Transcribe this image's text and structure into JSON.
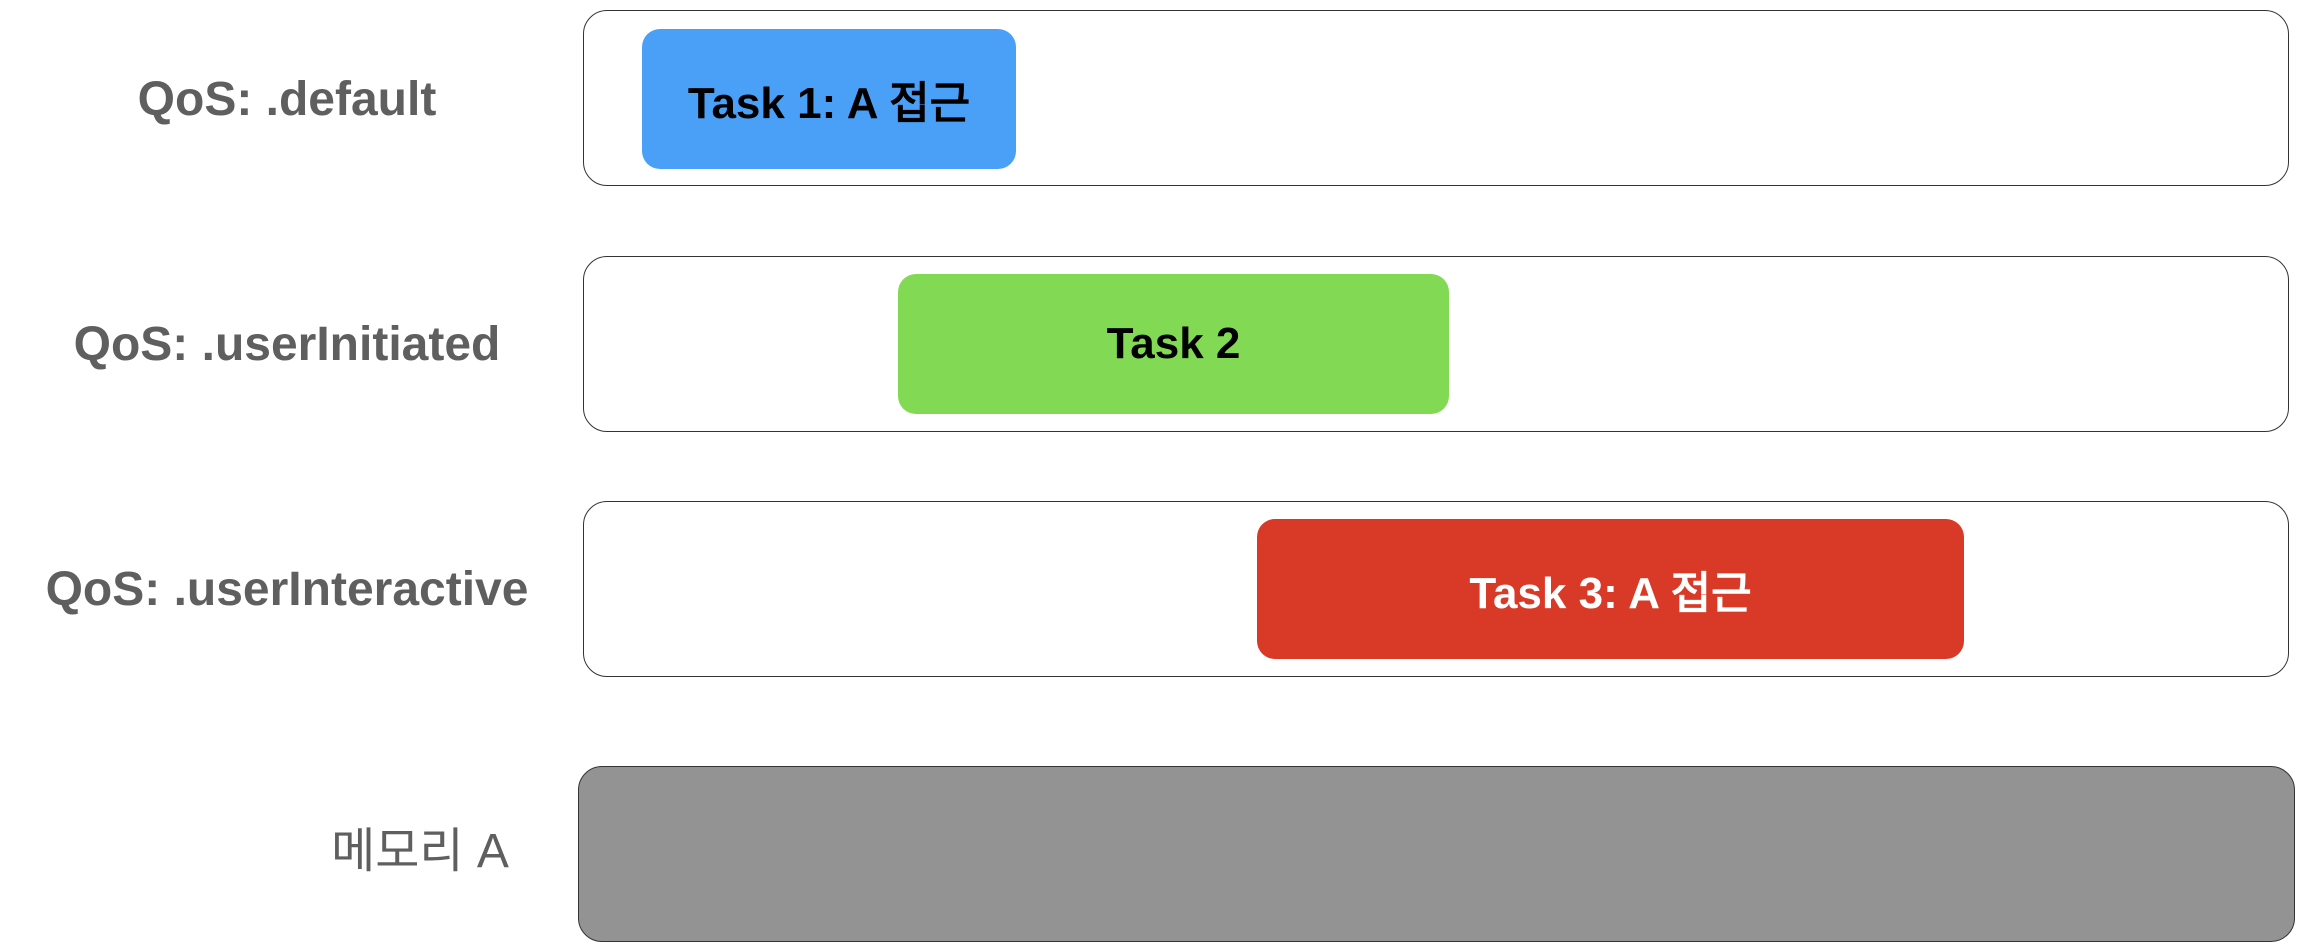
{
  "lanes": [
    {
      "label": "QoS: .default",
      "task": {
        "label": "Task 1: A 접근",
        "color": "#4aa0f7",
        "text_color": "#000000"
      }
    },
    {
      "label": "QoS: .userInitiated",
      "task": {
        "label": "Task 2",
        "color": "#82d954",
        "text_color": "#000000"
      }
    },
    {
      "label": "QoS: .userInteractive",
      "task": {
        "label": "Task 3: A 접근",
        "color": "#d93a27",
        "text_color": "#ffffff"
      }
    }
  ],
  "memory": {
    "label": "메모리 A",
    "color": "#939393"
  }
}
